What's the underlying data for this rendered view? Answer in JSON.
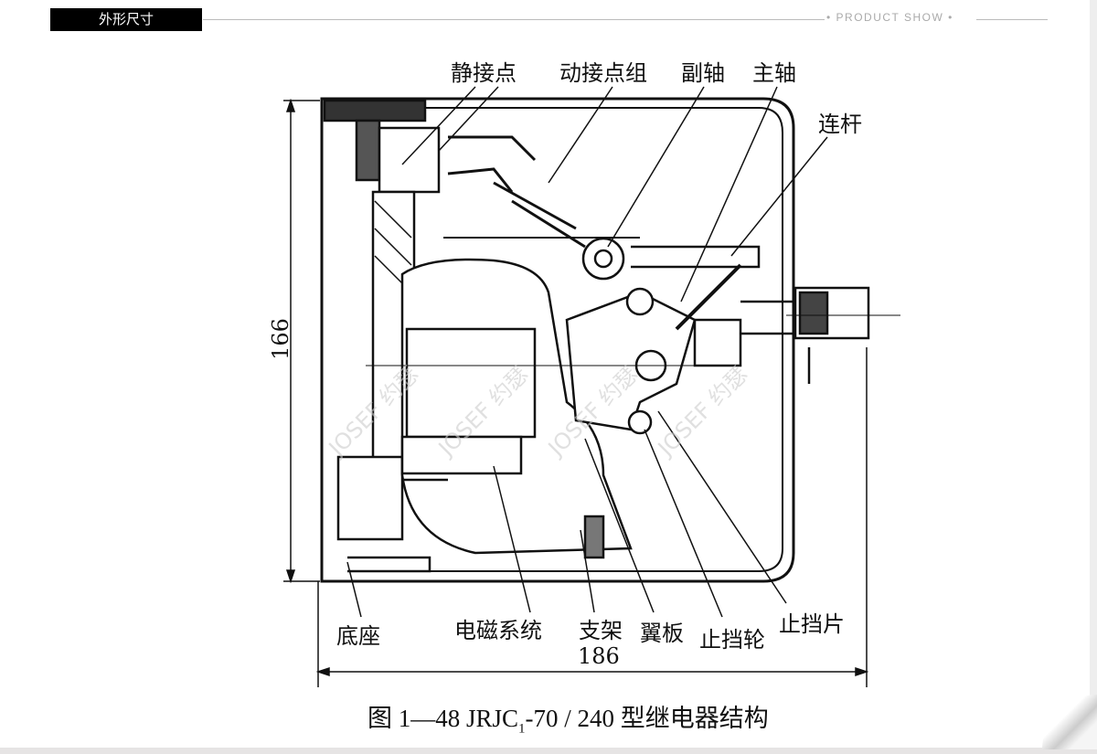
{
  "header": {
    "section_title": "外形尺寸",
    "tag": "• PRODUCT SHOW •"
  },
  "diagram": {
    "labels": {
      "static_contact": "静接点",
      "moving_contact_group": "动接点组",
      "secondary_shaft": "副轴",
      "main_shaft": "主轴",
      "connecting_rod": "连杆",
      "base": "底座",
      "electromagnetic_system": "电磁系统",
      "bracket": "支架",
      "wing_plate": "翼板",
      "stop_wheel": "止挡轮",
      "stop_plate": "止挡片"
    },
    "dimensions": {
      "height": "166",
      "width": "186"
    },
    "watermark": "JOSEF 约瑟"
  },
  "caption": {
    "prefix": "图 1—48 JRJC",
    "sub": "1",
    "suffix": "-70 / 240 型继电器结构"
  }
}
